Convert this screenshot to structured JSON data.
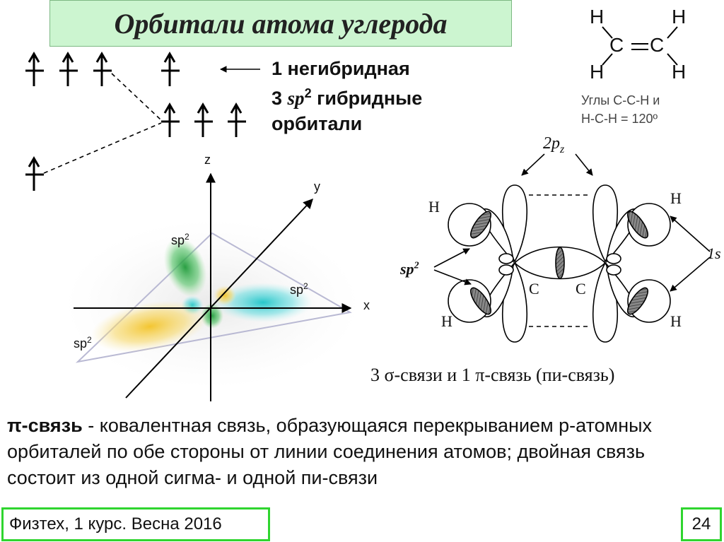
{
  "title": "Орбитали атома углерода",
  "orbitals": {
    "unhybrid_num": "1",
    "unhybrid_label": "негибридная",
    "hybrid_num": "3",
    "hybrid_sp": "sp",
    "hybrid_sup": "2",
    "hybrid_label": "гибридные",
    "hybrid_label2": "орбитали"
  },
  "structure": {
    "h": "H",
    "c": "C",
    "angles_line1": "Углы C-C-H и",
    "angles_line2": "H-C-H = 120º"
  },
  "axes": {
    "z": "z",
    "y": "y",
    "x": "x",
    "sp": "sp",
    "sup": "2"
  },
  "ethylene": {
    "p_label": "2p",
    "p_sub": "z",
    "h": "H",
    "c": "C",
    "sp_label": "sp",
    "sp_sup": "2",
    "s_label": "1s"
  },
  "bonds_caption": "3 σ-связи и 1 π-связь (пи-связь)",
  "definition": {
    "term": "π-связь",
    "text": " - ковалентная связь, образующаяся перекрыванием p-атомных орбиталей  по обе стороны от линии соединения атомов; двойная связь состоит из одной сигма- и одной пи-связи"
  },
  "footer": {
    "course": "Физтех, 1 курс. Весна 2016",
    "page": "24"
  }
}
